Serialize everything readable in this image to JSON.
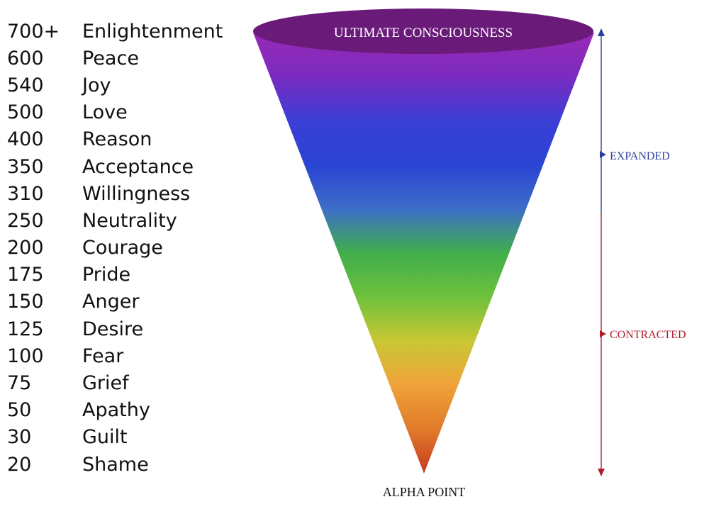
{
  "levels": [
    {
      "value": "700+",
      "label": "Enlightenment"
    },
    {
      "value": "600",
      "label": "Peace"
    },
    {
      "value": "540",
      "label": "Joy"
    },
    {
      "value": "500",
      "label": "Love"
    },
    {
      "value": "400",
      "label": "Reason"
    },
    {
      "value": "350",
      "label": "Acceptance"
    },
    {
      "value": "310",
      "label": "Willingness"
    },
    {
      "value": "250",
      "label": "Neutrality"
    },
    {
      "value": "200",
      "label": "Courage"
    },
    {
      "value": "175",
      "label": "Pride"
    },
    {
      "value": "150",
      "label": "Anger"
    },
    {
      "value": "125",
      "label": "Desire"
    },
    {
      "value": "100",
      "label": "Fear"
    },
    {
      "value": "75",
      "label": "Grief"
    },
    {
      "value": "50",
      "label": "Apathy"
    },
    {
      "value": "30",
      "label": "Guilt"
    },
    {
      "value": "20",
      "label": "Shame"
    }
  ],
  "cone": {
    "top_label": "ULTIMATE CONSCIOUSNESS",
    "bottom_label": "ALPHA POINT",
    "top_color": "#6a1b7a",
    "gradient": [
      "#9a2ab5",
      "#7a2bc0",
      "#3a3fd6",
      "#2b44d4",
      "#3d6ec8",
      "#3fae4a",
      "#6fc13d",
      "#c9c734",
      "#f0a23a",
      "#e07a2a",
      "#c63a1f"
    ]
  },
  "scale": {
    "expanded_label": "EXPANDED",
    "contracted_label": "CONTRACTED",
    "expanded_color": "#2d3f9e",
    "contracted_color": "#b01e2e"
  }
}
